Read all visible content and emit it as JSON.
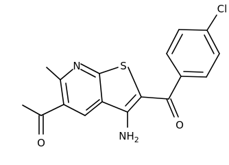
{
  "molecule": {
    "atoms": {
      "nitrogen": "N",
      "sulfur": "S",
      "chlorine": "Cl",
      "amine": "NH",
      "amine_subscript": "2",
      "ketone_oxygen": "O",
      "acetyl_oxygen": "O"
    }
  }
}
